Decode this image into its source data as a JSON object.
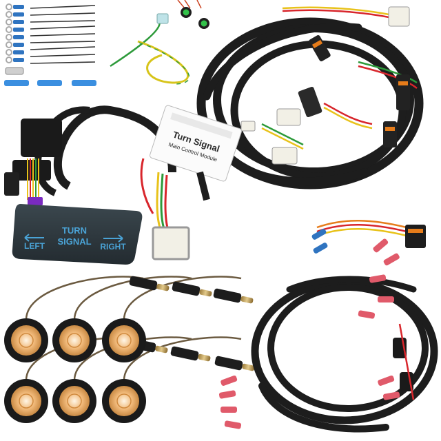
{
  "product": {
    "switch": {
      "line1": "TURN",
      "line2": "SIGNAL",
      "left_label": "LEFT",
      "right_label": "RIGHT",
      "label_color": "#4aa3d6",
      "body_color": "#2f3a40"
    },
    "module": {
      "title": "Turn Signal",
      "subtitle": "Main Control Module"
    },
    "colors": {
      "harness": "#1d1d1d",
      "connector": "#f2f0e6",
      "wire_red": "#d8262c",
      "wire_yellow": "#e8c21a",
      "wire_green": "#2d9a3a",
      "wire_orange": "#e67c1a",
      "lamp_lens": "#f0b878",
      "terminal_blue": "#2f74c0",
      "terminal_red": "#e05a6a"
    }
  }
}
